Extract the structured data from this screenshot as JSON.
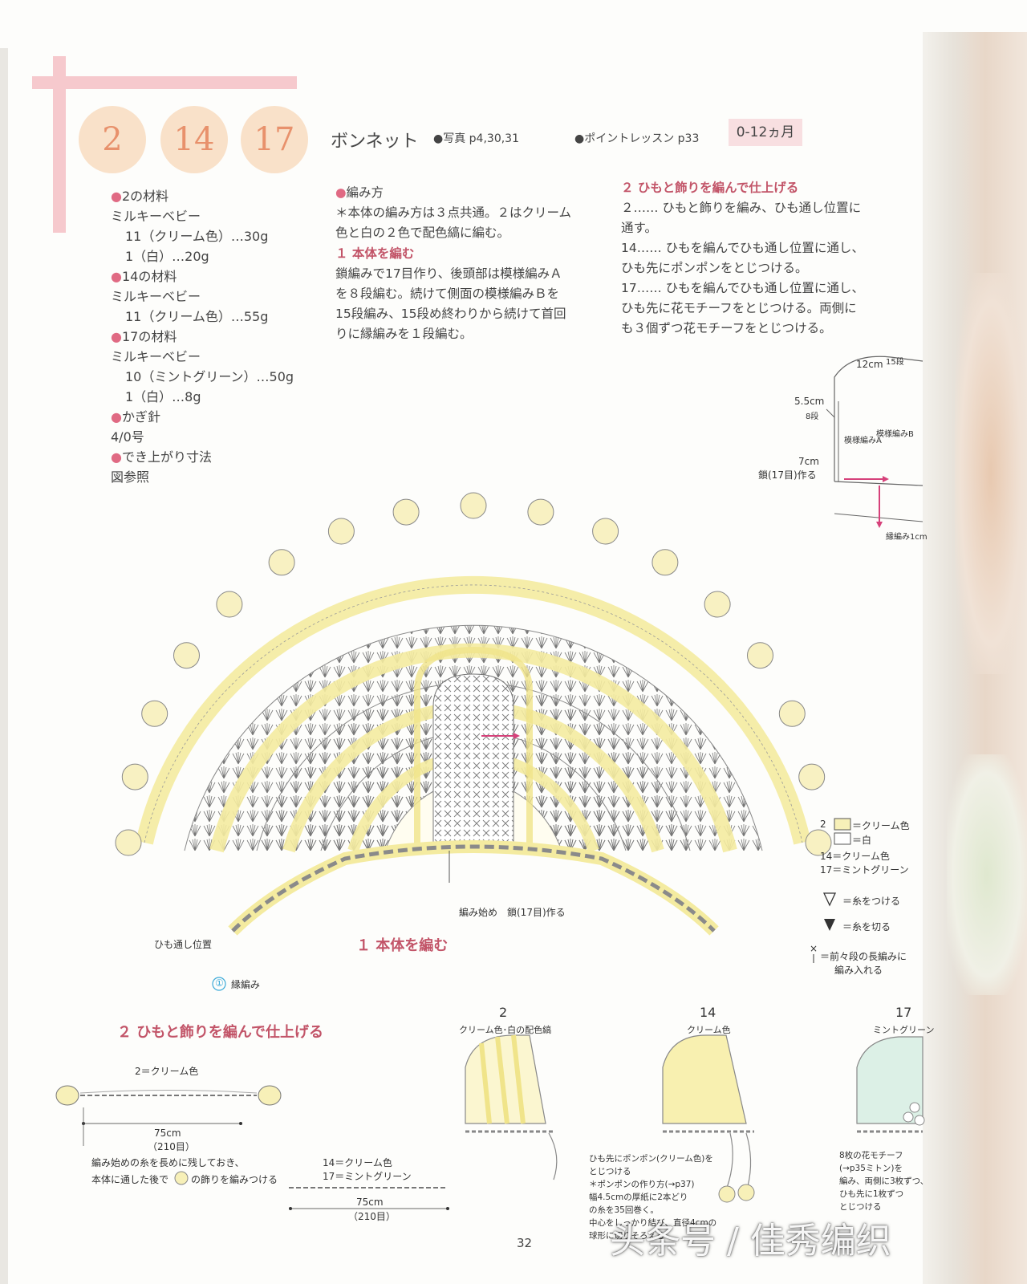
{
  "header": {
    "numbers": [
      "2",
      "14",
      "17"
    ],
    "title": "ボンネット",
    "photo": "●写真 p4,30,31",
    "lesson": "●ポイントレッスン p33",
    "age": "0-12ヵ月"
  },
  "materials": [
    {
      "text": "2の材料",
      "bullet": true
    },
    {
      "text": "ミルキーベビー",
      "bullet": false
    },
    {
      "text": "11（クリーム色）…30g",
      "bullet": false,
      "indent": true
    },
    {
      "text": "1（白）…20g",
      "bullet": false,
      "indent": true
    },
    {
      "text": "14の材料",
      "bullet": true
    },
    {
      "text": "ミルキーベビー",
      "bullet": false
    },
    {
      "text": "11（クリーム色）…55g",
      "bullet": false,
      "indent": true
    },
    {
      "text": "17の材料",
      "bullet": true
    },
    {
      "text": "ミルキーベビー",
      "bullet": false
    },
    {
      "text": "10（ミントグリーン）…50g",
      "bullet": false,
      "indent": true
    },
    {
      "text": "1（白）…8g",
      "bullet": false,
      "indent": true
    },
    {
      "text": "かぎ針",
      "bullet": true
    },
    {
      "text": "4/0号",
      "bullet": false
    },
    {
      "text": "でき上がり寸法",
      "bullet": true
    },
    {
      "text": "図参照",
      "bullet": false
    }
  ],
  "method": {
    "heading": "編み方",
    "intro1": "＊本体の編み方は３点共通。２はクリーム",
    "intro2": "色と白の２色で配色縞に編む。",
    "step1_title": "１ 本体を編む",
    "step1_lines": [
      "鎖編みで17目作り、後頭部は模様編みＡ",
      "を８段編む。続けて側面の模様編みＢを",
      "15段編み、15段め終わりから続けて首回",
      "りに縁編みを１段編む。"
    ]
  },
  "finish": {
    "title": "２ ひもと飾りを編んで仕上げる",
    "lines": [
      "２…… ひもと飾りを編み、ひも通し位置に",
      "通す。",
      "14…… ひもを編んでひも通し位置に通し、",
      "ひも先にポンポンをとじつける。",
      "17…… ひもを編んでひも通し位置に通し、",
      "ひも先に花モチーフをとじつける。両側に",
      "も３個ずつ花モチーフをとじつける。"
    ]
  },
  "schematic": {
    "dim1": "12cm",
    "dim1_rows": "15段",
    "dim2": "5.5cm",
    "dim2_rows": "8段",
    "dim3": "7cm",
    "chain": "鎖(17目)作る",
    "patternA": "模様編みA",
    "patternB": "模様編みB",
    "edge": "縁編み1cm"
  },
  "chart": {
    "start_label": "編み始め　鎖(17目)作る",
    "tie_label": "ひも通し位置",
    "edge_num": "①",
    "edge_label": "縁編み",
    "caption": "１ 本体を編む"
  },
  "legend": {
    "row1_num": "2",
    "row1": "＝クリーム色",
    "row2": "＝白",
    "row3": "14＝クリーム色",
    "row4": "17＝ミントグリーン",
    "attach": "＝糸をつける",
    "cut": "＝糸を切る",
    "front": "＝前々段の長編みに",
    "front2": "編み入れる"
  },
  "section2": {
    "title": "２ ひもと飾りを編んで仕上げる",
    "cord1_color": "2＝クリーム色",
    "cord1_len": "75cm",
    "cord1_sts": "（210目）",
    "cord1_note1": "編み始めの糸を長めに残しておき、",
    "cord1_note2": "本体に通した後で",
    "cord1_note3": "の飾りを編みつける",
    "cord2_color1": "14＝クリーム色",
    "cord2_color2": "17＝ミントグリーン",
    "cord2_len": "75cm",
    "cord2_sts": "（210目）"
  },
  "finished": [
    {
      "num": "2",
      "label": "クリーム色･白の配色縞"
    },
    {
      "num": "14",
      "label": "クリーム色",
      "note": [
        "ひも先にポンポン(クリーム色)を",
        "とじつける",
        "＊ポンポンの作り方(→p37)",
        "幅4.5cmの厚紙に2本どり",
        "の糸を35回巻く。",
        "中心をしっかり結び、直径4cmの",
        "球形に切りそろえる"
      ]
    },
    {
      "num": "17",
      "label": "ミントグリーン",
      "note": [
        "8枚の花モチーフ",
        "(→p35ミトン)を",
        "編み、両側に3枚ずつ、",
        "ひも先に1枚ずつ",
        "とじつける"
      ]
    }
  ],
  "page_number": "32",
  "watermark": "头条号 / 佳秀编织",
  "colors": {
    "cream": "#f7f0b8",
    "mint": "#d8efe4",
    "pink": "#f6c9cd",
    "accent": "#c25468"
  }
}
